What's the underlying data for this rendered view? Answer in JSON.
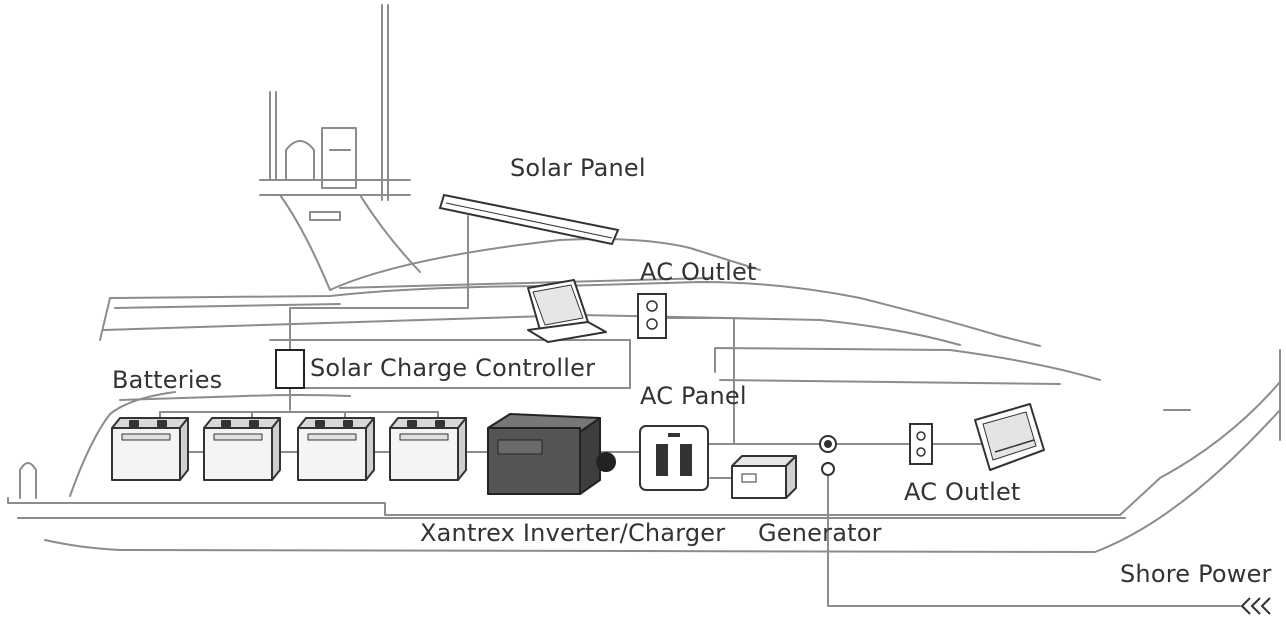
{
  "labels": {
    "solar_panel": "Solar Panel",
    "ac_outlet_top": "AC Outlet",
    "solar_charge_controller": "Solar Charge Controller",
    "batteries": "Batteries",
    "ac_panel": "AC Panel",
    "ac_outlet_right": "AC Outlet",
    "inverter_charger": "Xantrex Inverter/Charger",
    "generator": "Generator",
    "shore_power": "Shore Power"
  },
  "colors": {
    "line": "#8c8c8c",
    "dark_line": "#333333",
    "text": "#333333",
    "battery_fill": "#f4f4f4",
    "inverter_fill": "#555555"
  }
}
